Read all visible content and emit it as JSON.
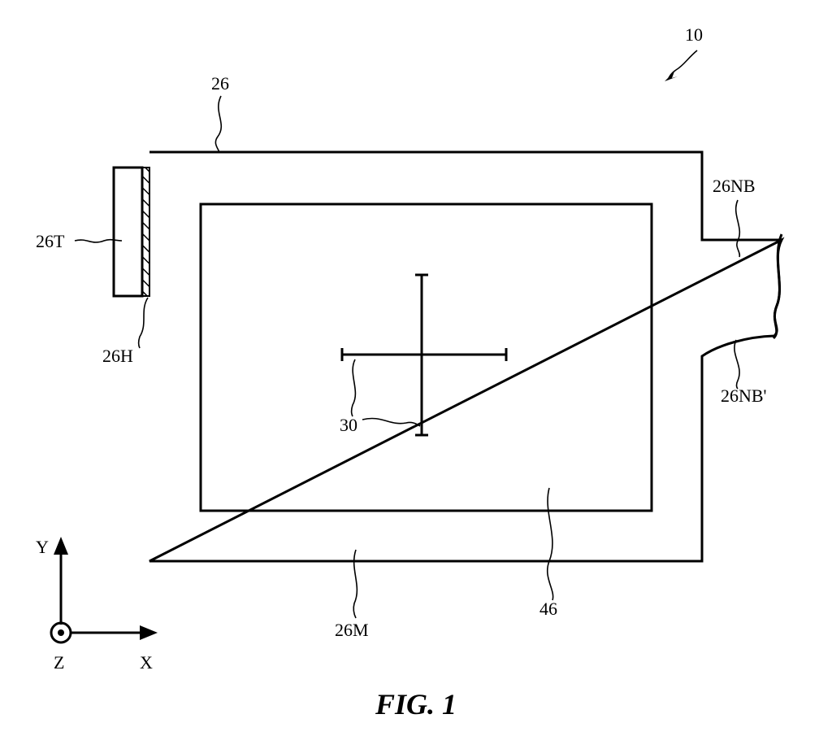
{
  "figure": {
    "title": "FIG. 1",
    "labels": {
      "device": "10",
      "housing": "26",
      "tab": "26T",
      "hinge": "26H",
      "neck": "26NB",
      "neck_alt": "26NB'",
      "margin": "26M",
      "crosshair": "30",
      "inner_region": "46"
    },
    "axes": {
      "y": "Y",
      "x": "X",
      "z": "Z"
    }
  }
}
